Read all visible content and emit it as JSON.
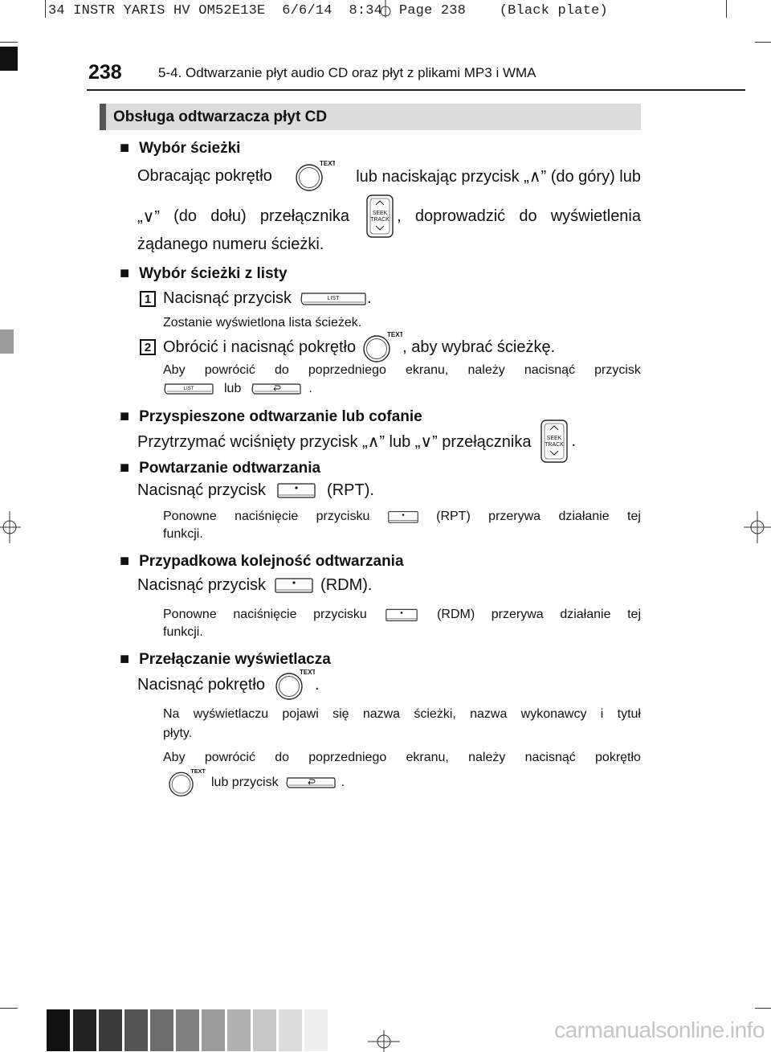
{
  "print_slug": "34 INSTR YARIS HV OM52E13E  6/6/14  8:34  Page 238    (Black plate)",
  "header": {
    "page_number": "238",
    "running_head": "5-4. Odtwarzanie płyt audio CD oraz płyt z plikami MP3 i WMA"
  },
  "section": {
    "title": "Obsługa odtwarzacza płyt CD"
  },
  "icons": {
    "knob_label": "TEXT",
    "list_label": "LIST",
    "seek_label_1": "SEEK",
    "seek_label_2": "TRACK"
  },
  "blocks": {
    "track_select": {
      "heading": "Wybór ścieżki",
      "line1_a": "Obracając pokrętło",
      "line1_b": "lub naciskając przycisk „∧” (do góry) lub",
      "line2_w1": "„∨”",
      "line2_w2": "(do",
      "line2_w3": "dołu)",
      "line2_w4": "przełącznika",
      "line2_w5": ",",
      "line2_w6": "doprowadzić",
      "line2_w7": "do",
      "line2_w8": "wyświetlenia",
      "line3": "żądanego numeru ścieżki."
    },
    "track_list": {
      "heading": "Wybór ścieżki z listy",
      "step1_num": "1",
      "step1_text": "Nacisnąć przycisk",
      "step1_end": ".",
      "step1_note": "Zostanie wyświetlona lista ścieżek.",
      "step2_num": "2",
      "step2_text": "Obrócić i nacisnąć pokrętło",
      "step2_end": ", aby wybrać ścieżkę.",
      "step2_note_words": [
        "Aby",
        "powrócić",
        "do",
        "poprzedniego",
        "ekranu,",
        "należy",
        "nacisnąć",
        "przycisk"
      ],
      "step2_note_lub": "lub",
      "step2_note_end": "."
    },
    "fast": {
      "heading": "Przyspieszone odtwarzanie lub cofanie",
      "line_a": "Przytrzymać wciśnięty przycisk „∧” lub „∨” przełącznika",
      "line_end": "."
    },
    "repeat": {
      "heading": "Powtarzanie odtwarzania",
      "line_a": "Nacisnąć przycisk",
      "line_b": "(RPT).",
      "note_words": [
        "Ponowne",
        "naciśnięcie",
        "przycisku"
      ],
      "note_words_after": [
        "(RPT)",
        "przerywa",
        "działanie",
        "tej"
      ],
      "note_line2": "funkcji."
    },
    "random": {
      "heading": "Przypadkowa kolejność odtwarzania",
      "line_a": "Nacisnąć przycisk",
      "line_b": "(RDM).",
      "note_words": [
        "Ponowne",
        "naciśnięcie",
        "przycisku"
      ],
      "note_words_after": [
        "(RDM)",
        "przerywa",
        "działanie",
        "tej"
      ],
      "note_line2": "funkcji."
    },
    "display": {
      "heading": "Przełączanie wyświetlacza",
      "line_a": "Nacisnąć pokrętło",
      "line_end": ".",
      "note1_words": [
        "Na",
        "wyświetlaczu",
        "pojawi",
        "się",
        "nazwa",
        "ścieżki,",
        "nazwa",
        "wykonawcy",
        "i",
        "tytuł"
      ],
      "note1_line2": "płyty.",
      "note2_words": [
        "Aby",
        "powrócić",
        "do",
        "poprzedniego",
        "ekranu,",
        "należy",
        "nacisnąć",
        "pokrętło"
      ],
      "note2_lub": "lub przycisk",
      "note2_end": "."
    }
  },
  "calibration_colors": [
    "#111111",
    "#222222",
    "#3a3a3a",
    "#555555",
    "#6c6c6c",
    "#808080",
    "#999999",
    "#b0b0b0",
    "#c6c6c6",
    "#dcdcdc",
    "#eeeeee"
  ],
  "watermark": "carmanualsonline.info"
}
